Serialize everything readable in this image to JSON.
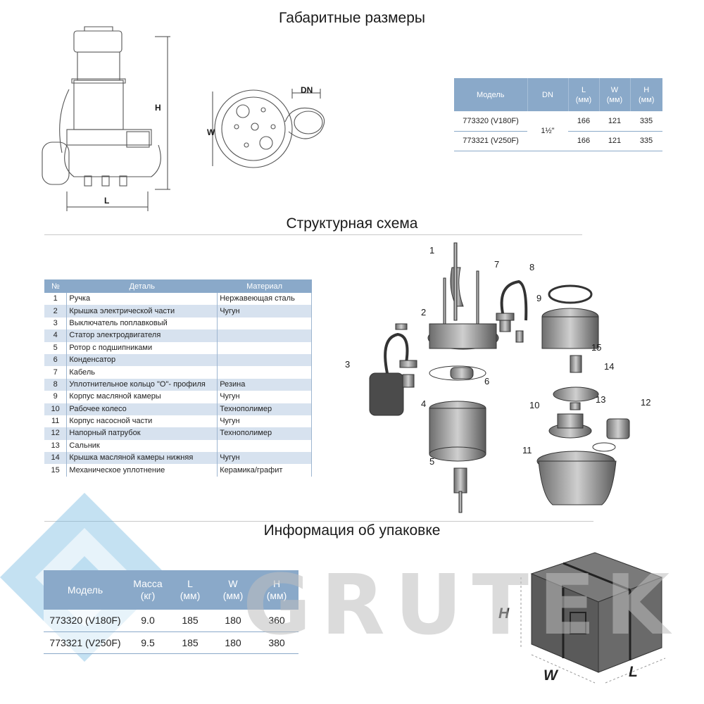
{
  "sections": {
    "dimensions_title": "Габаритные размеры",
    "structure_title": "Структурная схема",
    "packaging_title": "Информация об упаковке"
  },
  "drawing_labels": {
    "H": "H",
    "L": "L",
    "W": "W",
    "DN": "DN"
  },
  "dimensions_table": {
    "headers": {
      "model": "Модель",
      "dn": "DN",
      "l1": "L",
      "l2": "(мм)",
      "w1": "W",
      "w2": "(мм)",
      "h1": "H",
      "h2": "(мм)"
    },
    "dn_value": "1½\"",
    "rows": [
      {
        "model": "773320 (V180F)",
        "l": "166",
        "w": "121",
        "h": "335"
      },
      {
        "model": "773321 (V250F)",
        "l": "166",
        "w": "121",
        "h": "335"
      }
    ]
  },
  "parts_table": {
    "headers": {
      "num": "№",
      "part": "Деталь",
      "material": "Материал"
    },
    "rows": [
      {
        "num": "1",
        "part": "Ручка",
        "material": "Нержавеющая сталь"
      },
      {
        "num": "2",
        "part": "Крышка электрической части",
        "material": "Чугун"
      },
      {
        "num": "3",
        "part": "Выключатель поплавковый",
        "material": ""
      },
      {
        "num": "4",
        "part": "Статор электродвигателя",
        "material": ""
      },
      {
        "num": "5",
        "part": "Ротор с подшипниками",
        "material": ""
      },
      {
        "num": "6",
        "part": "Конденсатор",
        "material": ""
      },
      {
        "num": "7",
        "part": "Кабель",
        "material": ""
      },
      {
        "num": "8",
        "part": "Уплотнительное кольцо \"O\"- профиля",
        "material": "Резина"
      },
      {
        "num": "9",
        "part": "Корпус масляной камеры",
        "material": "Чугун"
      },
      {
        "num": "10",
        "part": "Рабочее колесо",
        "material": "Технополимер"
      },
      {
        "num": "11",
        "part": "Корпус насосной части",
        "material": "Чугун"
      },
      {
        "num": "12",
        "part": "Напорный патрубок",
        "material": "Технополимер"
      },
      {
        "num": "13",
        "part": "Сальник",
        "material": ""
      },
      {
        "num": "14",
        "part": "Крышка масляной камеры нижняя",
        "material": "Чугун"
      },
      {
        "num": "15",
        "part": "Механическое уплотнение",
        "material": "Керамика/графит"
      }
    ]
  },
  "exploded_view_labels": [
    "1",
    "2",
    "3",
    "4",
    "5",
    "6",
    "7",
    "8",
    "9",
    "10",
    "11",
    "12",
    "13",
    "14",
    "15"
  ],
  "packaging_table": {
    "headers": {
      "model": "Модель",
      "mass1": "Масса",
      "mass2": "(кг)",
      "l1": "L",
      "l2": "(мм)",
      "w1": "W",
      "w2": "(мм)",
      "h1": "H",
      "h2": "(мм)"
    },
    "rows": [
      {
        "model": "773320 (V180F)",
        "mass": "9.0",
        "l": "185",
        "w": "180",
        "h": "360"
      },
      {
        "model": "773321 (V250F)",
        "mass": "9.5",
        "l": "185",
        "w": "180",
        "h": "380"
      }
    ]
  },
  "box_labels": {
    "H": "H",
    "W": "W",
    "L": "L"
  },
  "watermark": {
    "text": "GRUTEK"
  },
  "colors": {
    "table_header": "#8aa9c9",
    "table_stripe": "#d7e2ef",
    "watermark_blue": "#6fb7e0"
  }
}
